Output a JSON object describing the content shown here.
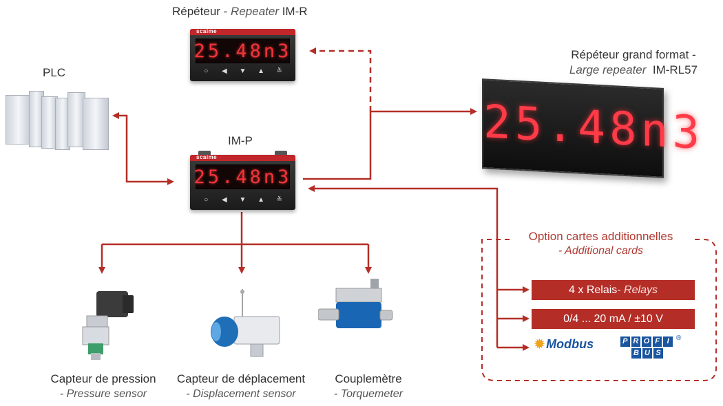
{
  "labels": {
    "repeater_fr": "Répéteur",
    "repeater_sep": " - ",
    "repeater_en": "Repeater",
    "repeater_model": " IM-R",
    "plc": "PLC",
    "imp": "IM-P",
    "large_fr": "Répéteur grand format -",
    "large_en": "Large repeater",
    "large_model": "IM-RL57",
    "options_fr": "Option cartes additionnelles",
    "options_en": "- Additional cards",
    "pressure_fr": "Capteur de pression",
    "pressure_en": "- Pressure sensor",
    "displacement_fr": "Capteur de déplacement",
    "displacement_en": "- Displacement sensor",
    "torque_fr": "Couplemètre",
    "torque_en": "- Torquemeter"
  },
  "display": {
    "value": "25.48n3",
    "brand": "scaime"
  },
  "cards": {
    "relays_fr": "4 x Relais",
    "relays_en": " - Relays",
    "analog": "0/4 ... 20 mA / ±10 V"
  },
  "logos": {
    "modbus": "Modbus",
    "profi": [
      "P",
      "R",
      "O",
      "F",
      "I"
    ],
    "bus": [
      "B",
      "U",
      "S"
    ],
    "registered": "®"
  },
  "colors": {
    "accent": "#b42e27",
    "display": "#f2343a"
  }
}
